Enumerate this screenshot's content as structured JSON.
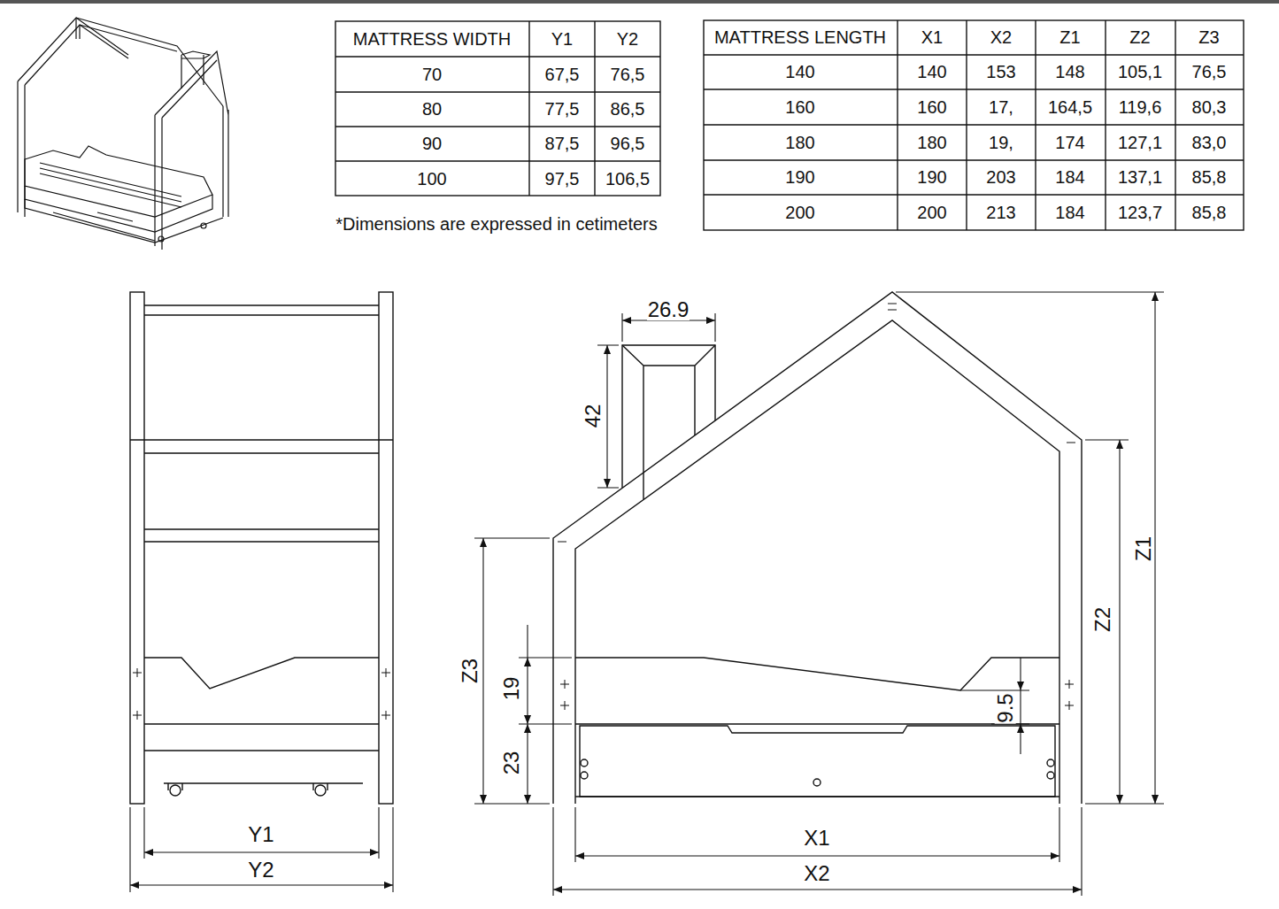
{
  "diagram": {
    "labels": [
      "MATTRESS WIDTH",
      "Y1",
      "Y2",
      "70",
      "67,5",
      "76,5",
      "80",
      "77,5",
      "86,5",
      "90",
      "87,5",
      "96,5",
      "100",
      "97,5",
      "106,5",
      "*Dimensions are expressed in cetimeters",
      "MATTRESS LENGTH",
      "X1",
      "X2",
      "Z1",
      "Z2",
      "Z3",
      "140",
      "140",
      "153",
      "148",
      "105,1",
      "76,5",
      "160",
      "160",
      "17,",
      "164,5",
      "119,6",
      "80,3",
      "180",
      "180",
      "19,",
      "174",
      "127,1",
      "83,0",
      "190",
      "190",
      "203",
      "184",
      "137,1",
      "85,8",
      "200",
      "200",
      "213",
      "184",
      "123,7",
      "85,8",
      "26.9",
      "42",
      "Z3",
      "19",
      "23",
      "9.5",
      "Z2",
      "Z1",
      "Y1",
      "Y2",
      "X1",
      "X2"
    ]
  }
}
